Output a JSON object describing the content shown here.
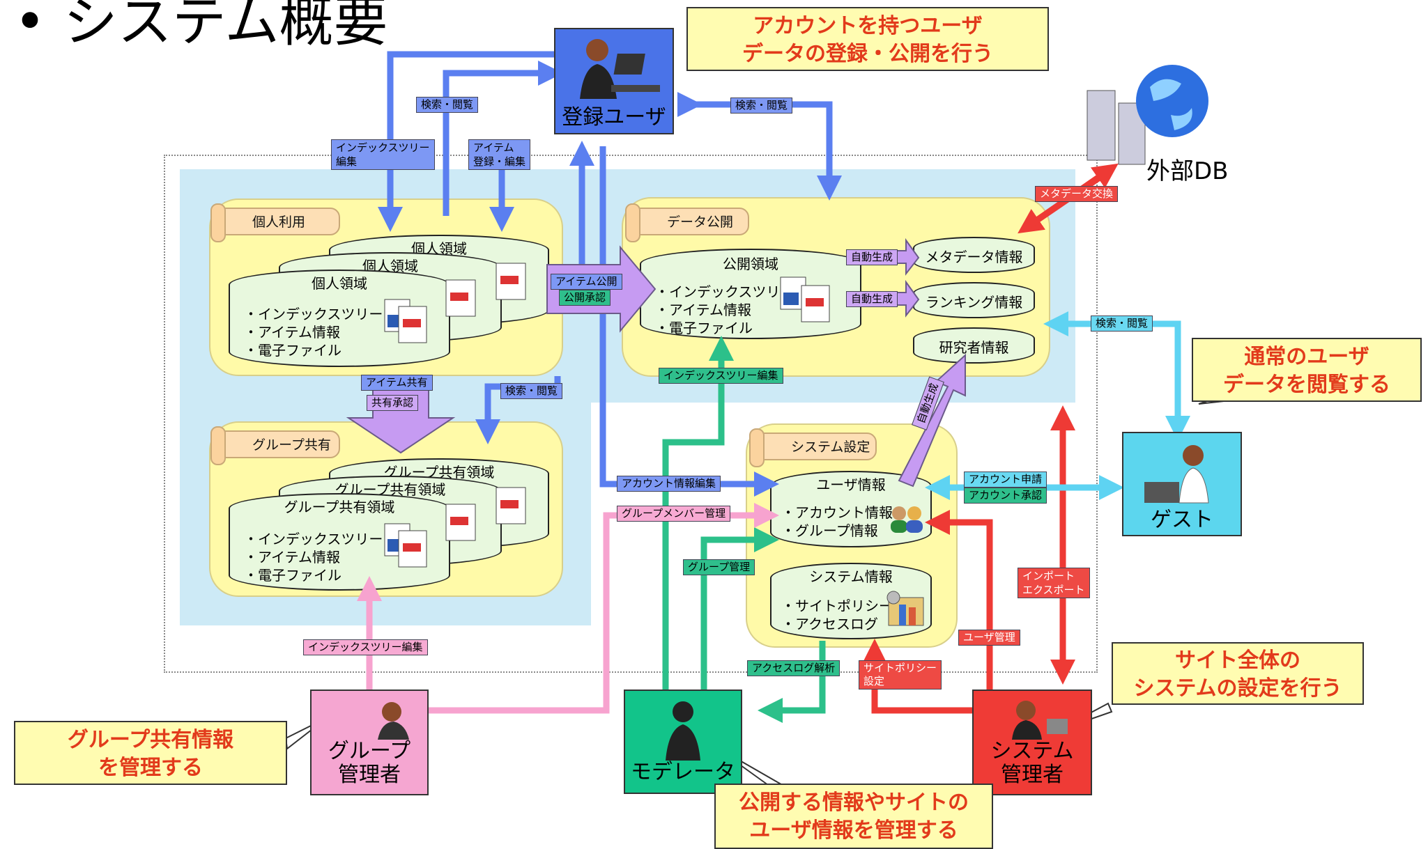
{
  "title": "• システム概要",
  "external_db": "外部DB",
  "sections": {
    "personal": "個人利用",
    "group": "グループ共有",
    "publish": "データ公開",
    "system": "システム設定"
  },
  "personal_area": {
    "title": "個人領域",
    "items": [
      "・インデックスツリー",
      "・アイテム情報",
      "・電子ファイル"
    ]
  },
  "group_area": {
    "title": "グループ共有領域",
    "items": [
      "・インデックスツリー",
      "・アイテム情報",
      "・電子ファイル"
    ]
  },
  "public_area": {
    "title": "公開領域",
    "items": [
      "・インデックスツリー",
      "・アイテム情報",
      "・電子ファイル"
    ]
  },
  "meta_info": "メタデータ情報",
  "ranking_info": "ランキング情報",
  "researcher_info": "研究者情報",
  "user_info": {
    "title": "ユーザ情報",
    "items": [
      "・アカウント情報",
      "・グループ情報"
    ]
  },
  "system_info": {
    "title": "システム情報",
    "items": [
      "・サイトポリシー",
      "・アクセスログ"
    ]
  },
  "actors": {
    "registered": "登録ユーザ",
    "guest": "ゲスト",
    "group_admin_1": "グループ",
    "group_admin_2": "管理者",
    "moderator": "モデレータ",
    "sysadmin_1": "システム",
    "sysadmin_2": "管理者"
  },
  "callouts": {
    "registered_1": "アカウントを持つユーザ",
    "registered_2": "データの登録・公開を行う",
    "guest_1": "通常のユーザ",
    "guest_2": "データを閲覧する",
    "group_admin_1": "グループ共有情報",
    "group_admin_2": "を管理する",
    "moderator_1": "公開する情報やサイトの",
    "moderator_2": "ユーザ情報を管理する",
    "sysadmin_1": "サイト全体の",
    "sysadmin_2": "システムの設定を行う"
  },
  "labels": {
    "search_browse_1": "検索・閲覧",
    "search_browse_2": "検索・閲覧",
    "search_browse_3": "検索・閲覧",
    "search_browse_4": "検索・閲覧",
    "index_tree_edit_1": "インデックスツリー",
    "index_tree_edit_2": "編集",
    "item_reg_1": "アイテム",
    "item_reg_2": "登録・編集",
    "item_publish": "アイテム公開",
    "publish_approve": "公開承認",
    "item_share": "アイテム共有",
    "share_approve": "共有承認",
    "auto_gen_1": "自動生成",
    "auto_gen_2": "自動生成",
    "auto_gen_3": "自動生成",
    "metadata_exchange": "メタデータ交換",
    "index_tree_edit_green": "インデックスツリー編集",
    "account_info_edit": "アカウント情報編集",
    "group_member_mgmt": "グループメンバー管理",
    "group_mgmt": "グループ管理",
    "index_tree_edit_pink": "インデックスツリー編集",
    "access_log_analysis": "アクセスログ解析",
    "site_policy_1": "サイトポリシー",
    "site_policy_2": "設定",
    "user_mgmt": "ユーザ管理",
    "import_1": "インポート",
    "import_2": "エクスポート",
    "account_apply": "アカウント申請",
    "account_approve": "アカウント承認"
  }
}
